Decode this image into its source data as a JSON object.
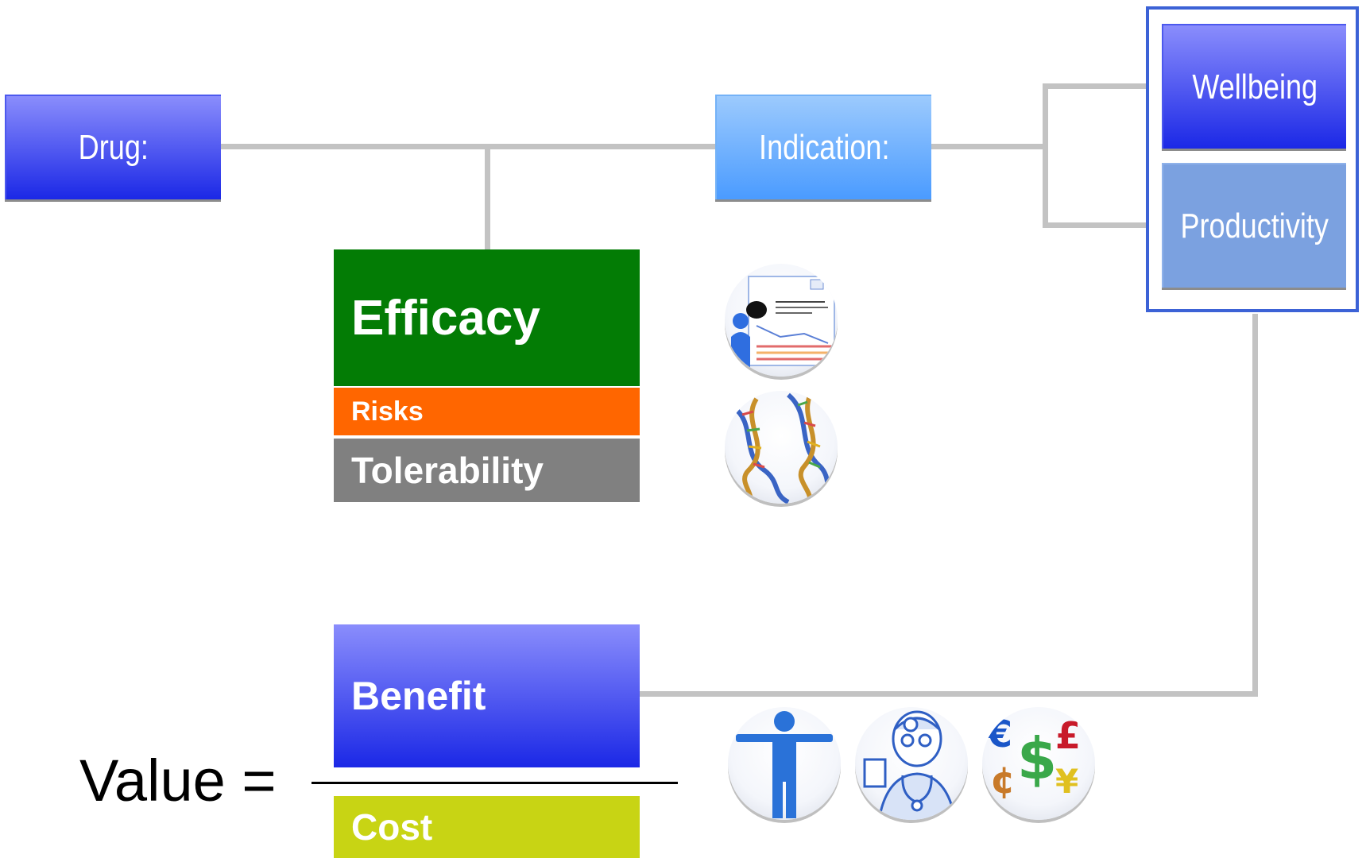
{
  "nodes": {
    "drug": "Drug:",
    "indication": "Indication:",
    "wellbeing": "Wellbeing",
    "productivity": "Productivity",
    "efficacy": "Efficacy",
    "risks": "Risks",
    "tolerability": "Tolerability",
    "benefit": "Benefit",
    "cost": "Cost"
  },
  "equation": {
    "lhs": "Value ="
  },
  "icons": [
    "presentation-icon",
    "dna-helix-icon",
    "person-icon",
    "doctor-icon",
    "currency-symbols-icon"
  ],
  "colors": {
    "efficacy": "#037c05",
    "risks": "#ff6600",
    "tolerability": "#808080",
    "cost": "#c8d414",
    "connector": "#c3c3c3",
    "frame": "#3c62d6"
  }
}
